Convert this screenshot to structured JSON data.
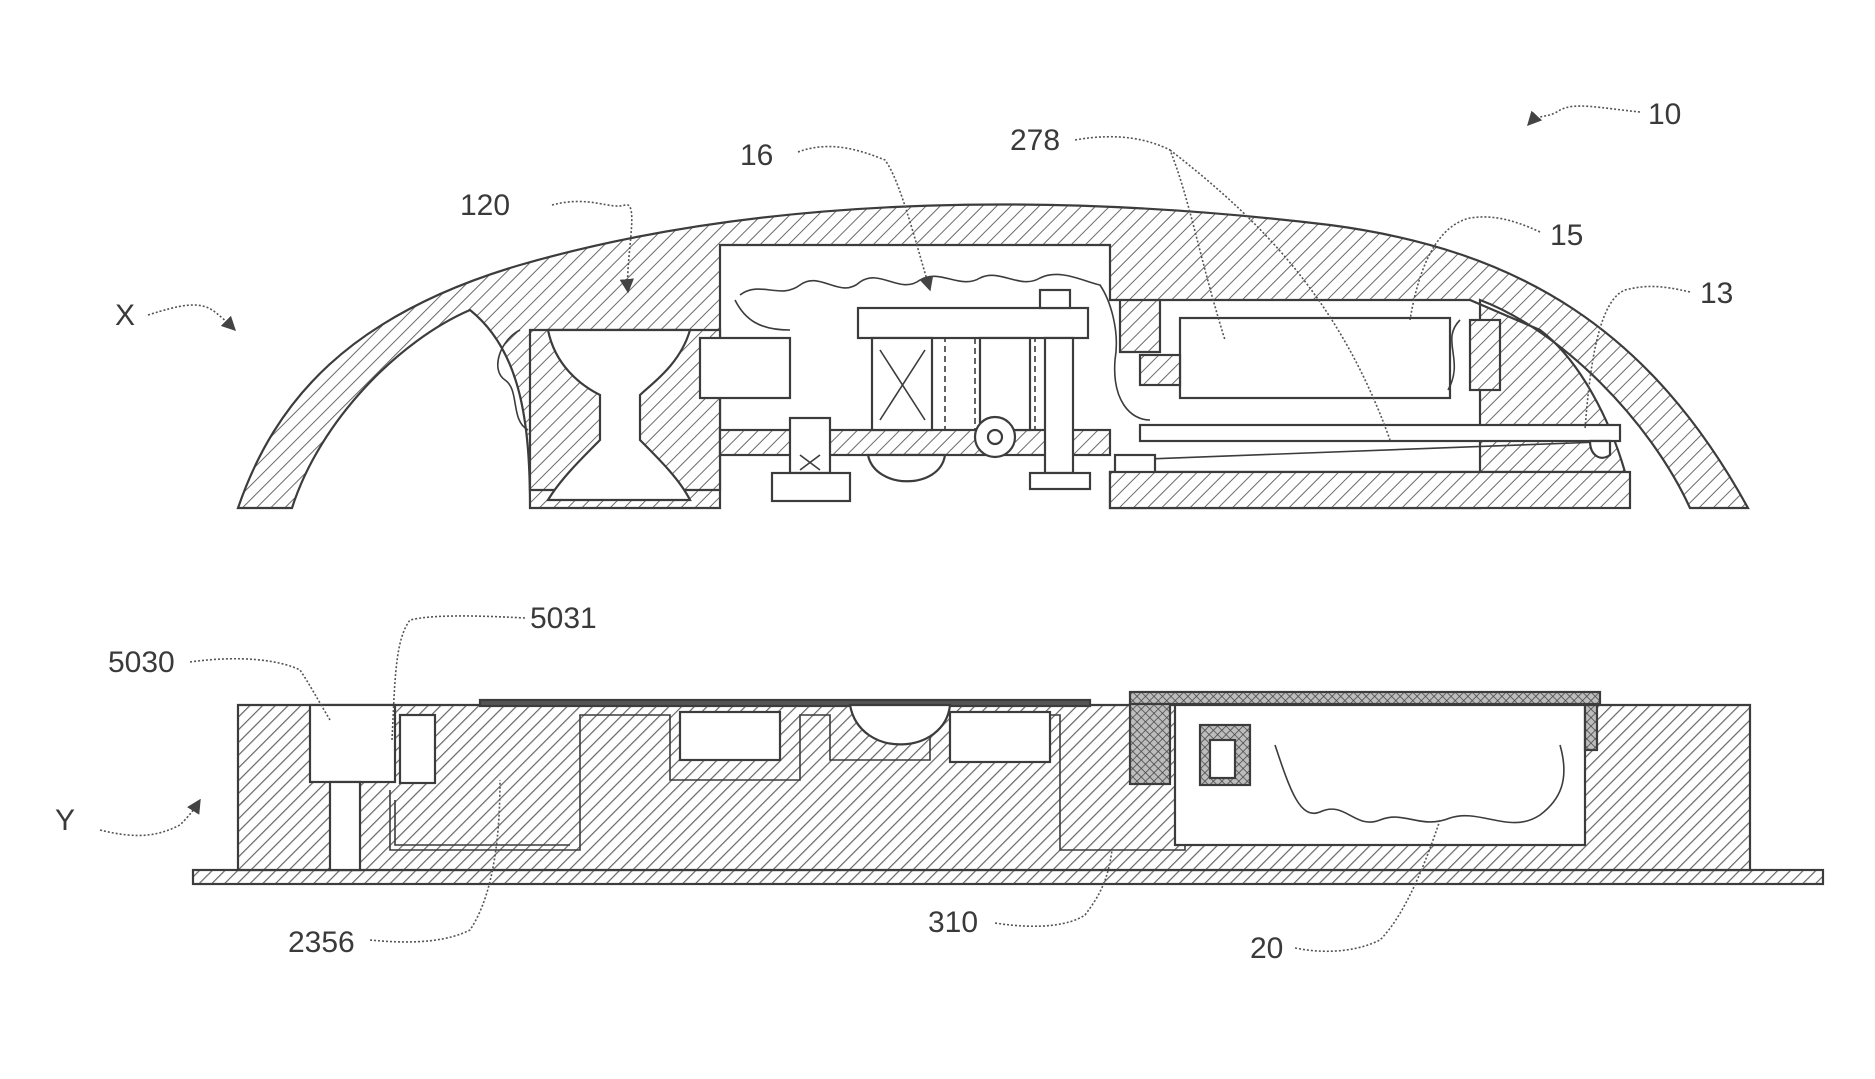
{
  "figure": {
    "views": [
      {
        "id": "X",
        "label": "X"
      },
      {
        "id": "Y",
        "label": "Y"
      }
    ],
    "reference_labels": {
      "device": "10",
      "r120": "120",
      "r16": "16",
      "r278": "278",
      "r15": "15",
      "r13": "13",
      "r5031": "5031",
      "r5030": "5030",
      "r2356": "2356",
      "r310": "310",
      "r20": "20"
    }
  },
  "colors": {
    "line": "#3c3c3c",
    "hatch": "#6a6a6a",
    "background": "#ffffff"
  }
}
